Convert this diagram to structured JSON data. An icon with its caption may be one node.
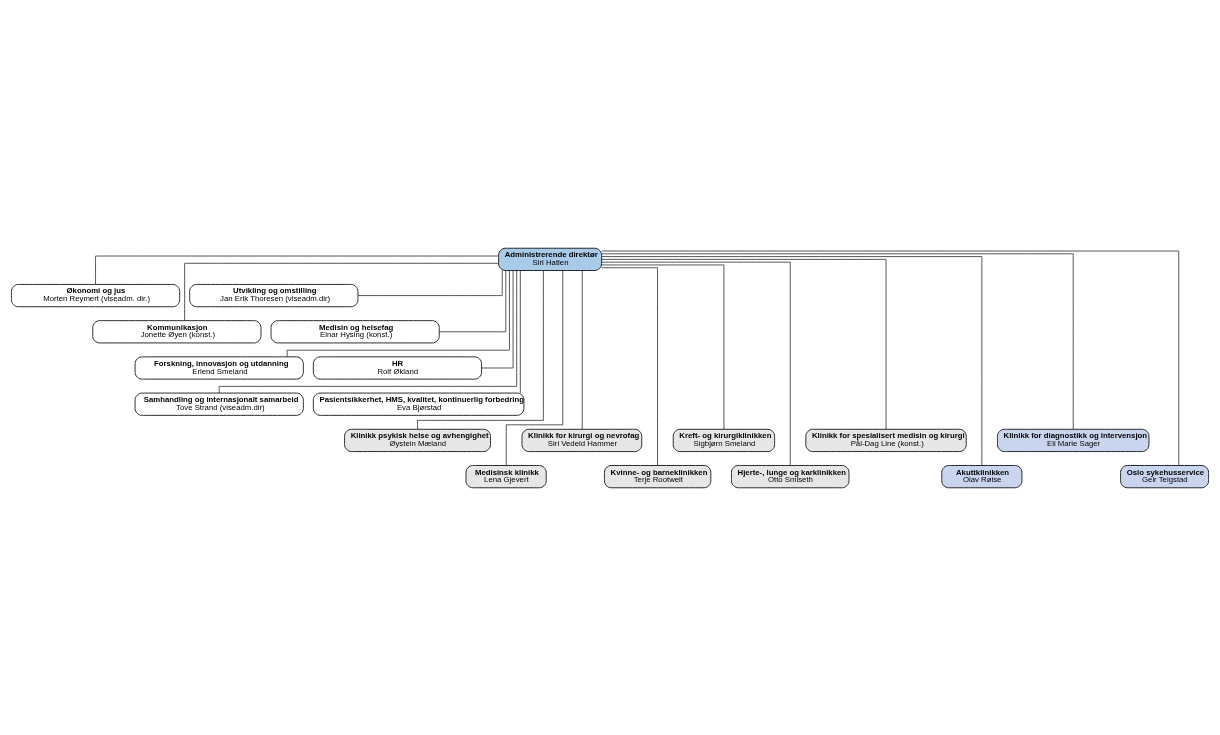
{
  "diagram": {
    "nodes": [
      {
        "text": [
          "Administrerende direktør",
          "Siri Hatlen"
        ]
      },
      {
        "text": [
          "Økonomi og jus",
          "Morten Reymert (viseadm. dir.)"
        ]
      },
      {
        "text": [
          "Utvikling og omstilling",
          "Jan Erik Thoresen (viseadm.dir)"
        ]
      },
      {
        "text": [
          "Kommunikasjon",
          "Jonette Øyen (konst.)"
        ]
      },
      {
        "text": [
          "Medisin og helsefag",
          "Einar Hysing (konst.)"
        ]
      },
      {
        "text": [
          "Forskning, innovasjon og utdanning",
          "Erlend Smeland"
        ]
      },
      {
        "text": [
          "HR",
          "Rolf Økland"
        ]
      },
      {
        "text": [
          "Samhandling og internasjonalt samarbeid",
          "Tove Strand (viseadm.dir)"
        ]
      },
      {
        "text": [
          "Pasientsikkerhet, HMS, kvalitet, kontinuerlig forbedring",
          "Eva Bjørstad"
        ]
      },
      {
        "text": [
          "Klinikk psykisk helse og avhengighet",
          "Øystein Mæland"
        ]
      },
      {
        "text": [
          "Medisinsk klinikk",
          "Lena Gjevert"
        ]
      },
      {
        "text": [
          "Klinikk for kirurgi og nevrofag",
          "Siri Vedeld Hammer"
        ]
      },
      {
        "text": [
          "Kvinne- og barneklinikken",
          "Terje Rootwelt"
        ]
      },
      {
        "text": [
          "Kreft- og kirurgiklinikken",
          "Sigbjørn Smeland"
        ]
      },
      {
        "text": [
          "Hjerte-, lunge og karklinikken",
          "Otto Smiseth"
        ]
      },
      {
        "text": [
          "Klinikk for spesialisert medisin og kirurgi",
          "Pål-Dag Line (konst.)"
        ]
      },
      {
        "text": [
          "Akuttklinikken",
          "Olav Røise"
        ]
      },
      {
        "text": [
          "Klinikk for diagnostikk og intervensjon",
          "Eli Marie Sager"
        ]
      },
      {
        "text": [
          "Oslo sykehusservice",
          "Geir Teigstad"
        ]
      }
    ],
    "edges": [
      {
        "from": 0,
        "to": 1,
        "arrow": "none"
      },
      {
        "from": 0,
        "to": 2,
        "arrow": "none"
      },
      {
        "from": 0,
        "to": 3,
        "arrow": "none"
      },
      {
        "from": 0,
        "to": 4,
        "arrow": "none"
      },
      {
        "from": 0,
        "to": 5,
        "arrow": "none"
      },
      {
        "from": 0,
        "to": 6,
        "arrow": "none"
      },
      {
        "from": 0,
        "to": 7,
        "arrow": "none"
      },
      {
        "from": 0,
        "to": 8,
        "arrow": "none"
      },
      {
        "from": 0,
        "to": 9,
        "arrow": "none"
      },
      {
        "from": 0,
        "to": 10,
        "arrow": "none"
      },
      {
        "from": 0,
        "to": 11,
        "arrow": "none"
      },
      {
        "from": 0,
        "to": 12,
        "arrow": "none"
      },
      {
        "from": 0,
        "to": 13,
        "arrow": "none"
      },
      {
        "from": 0,
        "to": 14,
        "arrow": "none"
      },
      {
        "from": 0,
        "to": 15,
        "arrow": "none"
      },
      {
        "from": 0,
        "to": 16,
        "arrow": "none"
      },
      {
        "from": 0,
        "to": 17,
        "arrow": "none"
      },
      {
        "from": 0,
        "to": 18,
        "arrow": "none"
      }
    ]
  }
}
